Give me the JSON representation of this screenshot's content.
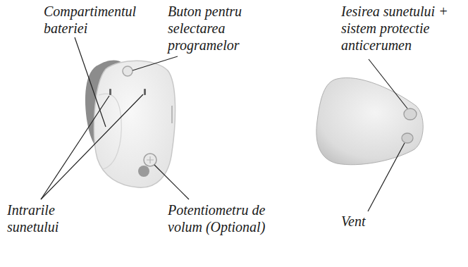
{
  "diagram": {
    "labels": [
      "Compartimentul bateriei",
      "Buton pentru selectarea programelor",
      "Iesirea sunetului + sistem protectie anticerumen",
      "Intrarile sunetului",
      "Potentiometru de volum (Optional)",
      "Vent"
    ]
  }
}
